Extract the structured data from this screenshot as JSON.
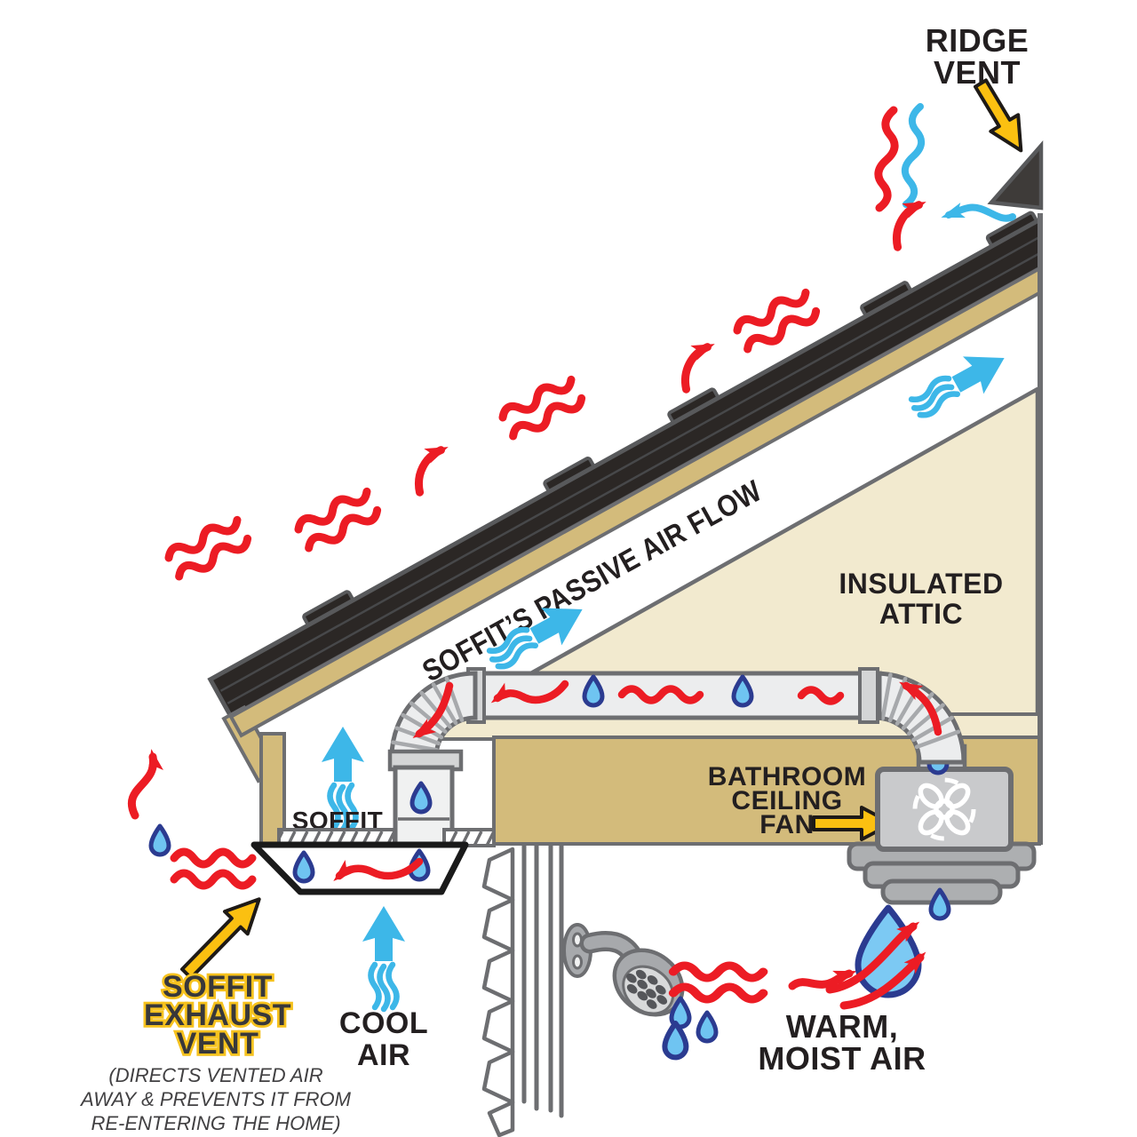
{
  "diagram": "roof-attic-ventilation",
  "labels": {
    "ridge_vent_1": "RIDGE",
    "ridge_vent_2": "VENT",
    "passive_air_flow": "SOFFIT’S PASSIVE AIR FLOW",
    "insulated_attic_1": "INSULATED",
    "insulated_attic_2": "ATTIC",
    "bathroom_fan_1": "BATHROOM",
    "bathroom_fan_2": "CEILING",
    "bathroom_fan_3": "FAN",
    "soffit": "SOFFIT",
    "soffit_exhaust_vent_1": "SOFFIT",
    "soffit_exhaust_vent_2": "EXHAUST",
    "soffit_exhaust_vent_3": "VENT",
    "soffit_vent_caption_1": "(DIRECTS VENTED AIR",
    "soffit_vent_caption_2": "AWAY & PREVENTS IT FROM",
    "soffit_vent_caption_3": "RE-ENTERING THE HOME)",
    "cool_air_1": "COOL",
    "cool_air_2": "AIR",
    "warm_moist_air_1": "WARM,",
    "warm_moist_air_2": "MOIST AIR"
  },
  "colors": {
    "warm_air_red": "#EC1C24",
    "cool_air_cyan": "#3DB7E8",
    "water_drop_fill": "#6FC4F1",
    "water_drop_stroke": "#2B3B90",
    "callout_yellow": "#FBC011",
    "wood_tan": "#D3BB7B",
    "attic_beige": "#F2EACF",
    "shingle_black": "#2B2725",
    "outline_gray": "#6D6E71",
    "duct_gray": "#ECEDEE",
    "fan_box_gray": "#C9CACC",
    "text_black": "#231F20"
  },
  "icons": [
    "ridge-vent-icon",
    "water-drop-icon",
    "fan-blades-icon",
    "shower-head-icon",
    "warm-air-wave-icon",
    "cool-air-arrow-icon",
    "callout-arrow-icon"
  ]
}
